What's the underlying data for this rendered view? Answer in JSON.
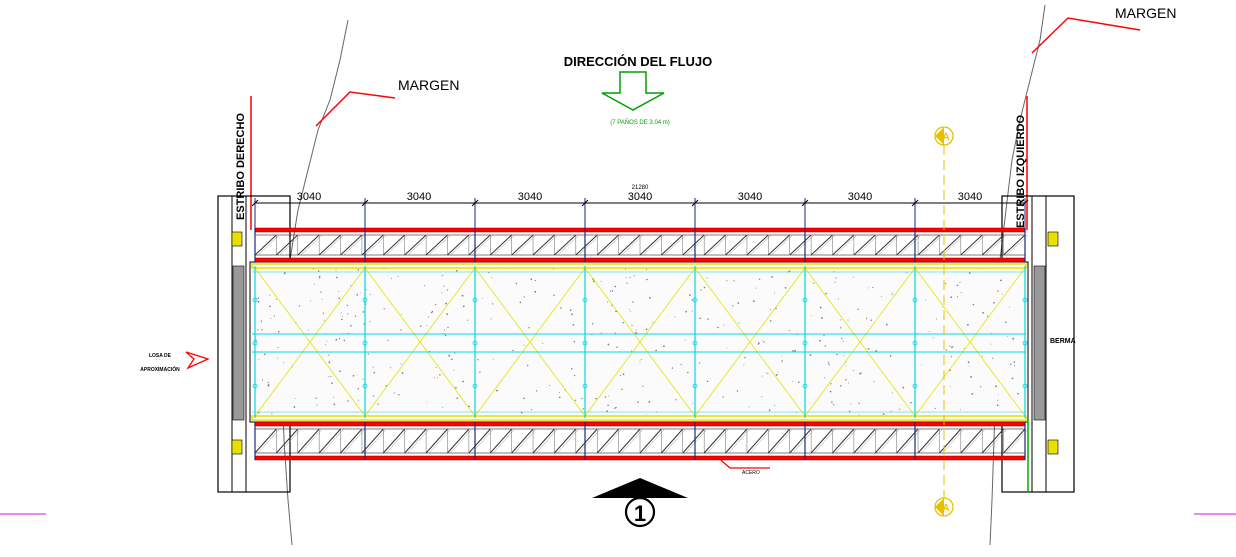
{
  "title": "DIRECCIÓN DEL FLUJO",
  "flow_note": "(7 PAÑOS DE 3.04 m)",
  "margen_left": "MARGEN",
  "margen_right": "MARGEN",
  "estribo_derecho": "ESTRIBO DERECHO",
  "estribo_izquierdo": "ESTRIBO IZQUIERDO",
  "dimensions": [
    "3040",
    "3040",
    "3040",
    "3040",
    "3040",
    "3040",
    "3040"
  ],
  "overall_label": "21280",
  "losa_line1": "LOSA DE",
  "losa_line2": "APROXIMACIÓN",
  "berma_label": "BERMA",
  "callout_label": "ACERO",
  "section_marker": "1",
  "section_a_top": "A",
  "section_a_bottom": "A",
  "colors": {
    "red": "#ff0000",
    "yellow": "#e8e000",
    "cyan": "#00d8e8",
    "green": "#00b000",
    "navy": "#1a2a7a",
    "magenta": "#e040e0",
    "outline": "#000000"
  }
}
